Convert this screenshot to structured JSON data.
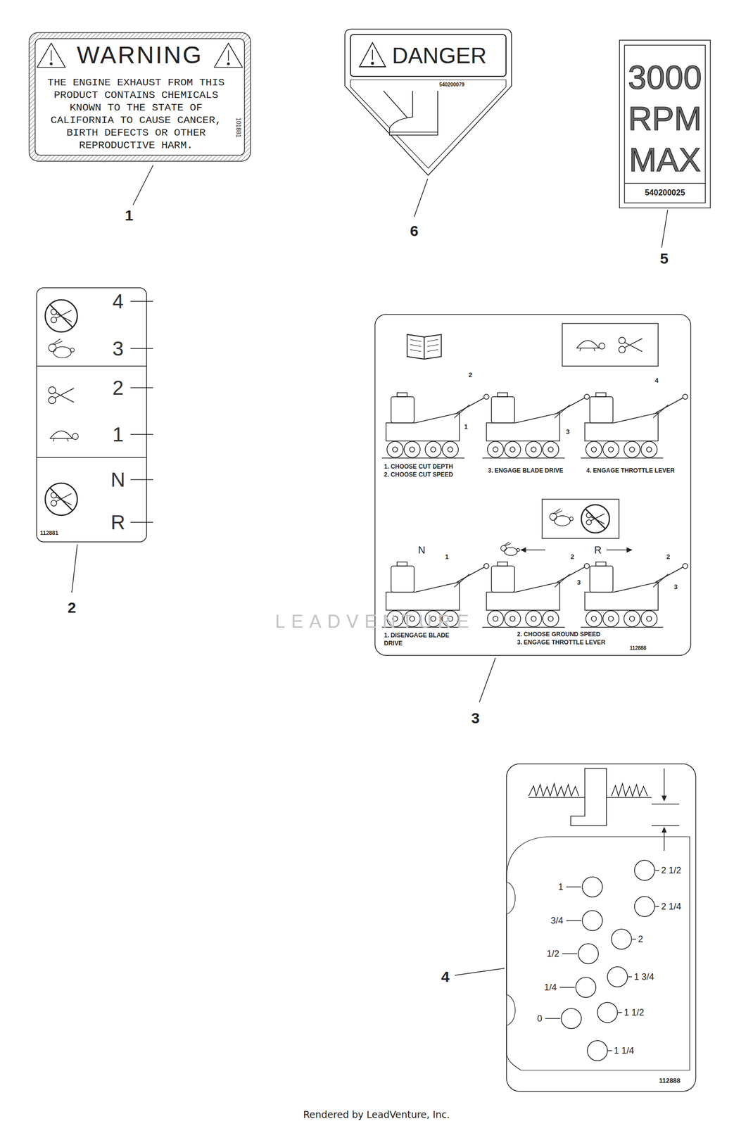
{
  "diagram": {
    "caption": "Rendered by LeadVenture, Inc.",
    "nodes": [
      {
        "text": [
          "WARNING",
          "THE ENGINE EXHAUST FROM THIS PRODUCT CONTAINS CHEMICALS KNOWN TO THE STATE OF CALIFORNIA TO CAUSE CANCER, BIRTH DEFECTS OR OTHER REPRODUCTIVE HARM.",
          "101881"
        ]
      },
      {
        "text": [
          "DANGER",
          "540200079"
        ]
      },
      {
        "text": [
          "3000 RPM MAX",
          "540200025"
        ]
      },
      {
        "text": [
          "4",
          "3",
          "2",
          "1",
          "N",
          "R",
          "112881"
        ]
      },
      {
        "text": [
          "2",
          "1",
          "3",
          "4",
          "1. CHOOSE CUT DEPTH",
          "2. CHOOSE CUT SPEED",
          "3. ENGAGE BLADE DRIVE",
          "4. ENGAGE THROTTLE LEVER",
          "N",
          "1",
          "2",
          "3",
          "R",
          "2",
          "3",
          "1. DISENGAGE BLADE DRIVE",
          "2. CHOOSE GROUND SPEED",
          "3. ENGAGE THROTTLE LEVER",
          "112888"
        ]
      },
      {
        "text": [
          "1",
          "3/4",
          "1/2",
          "1/4",
          "0",
          "2 1/2",
          "2 1/4",
          "2",
          "1 3/4",
          "1 1/2",
          "1 1/4",
          "112888"
        ]
      }
    ],
    "labels": [
      "1",
      "6",
      "5",
      "2",
      "3",
      "4",
      "LEADVENTURE"
    ]
  }
}
